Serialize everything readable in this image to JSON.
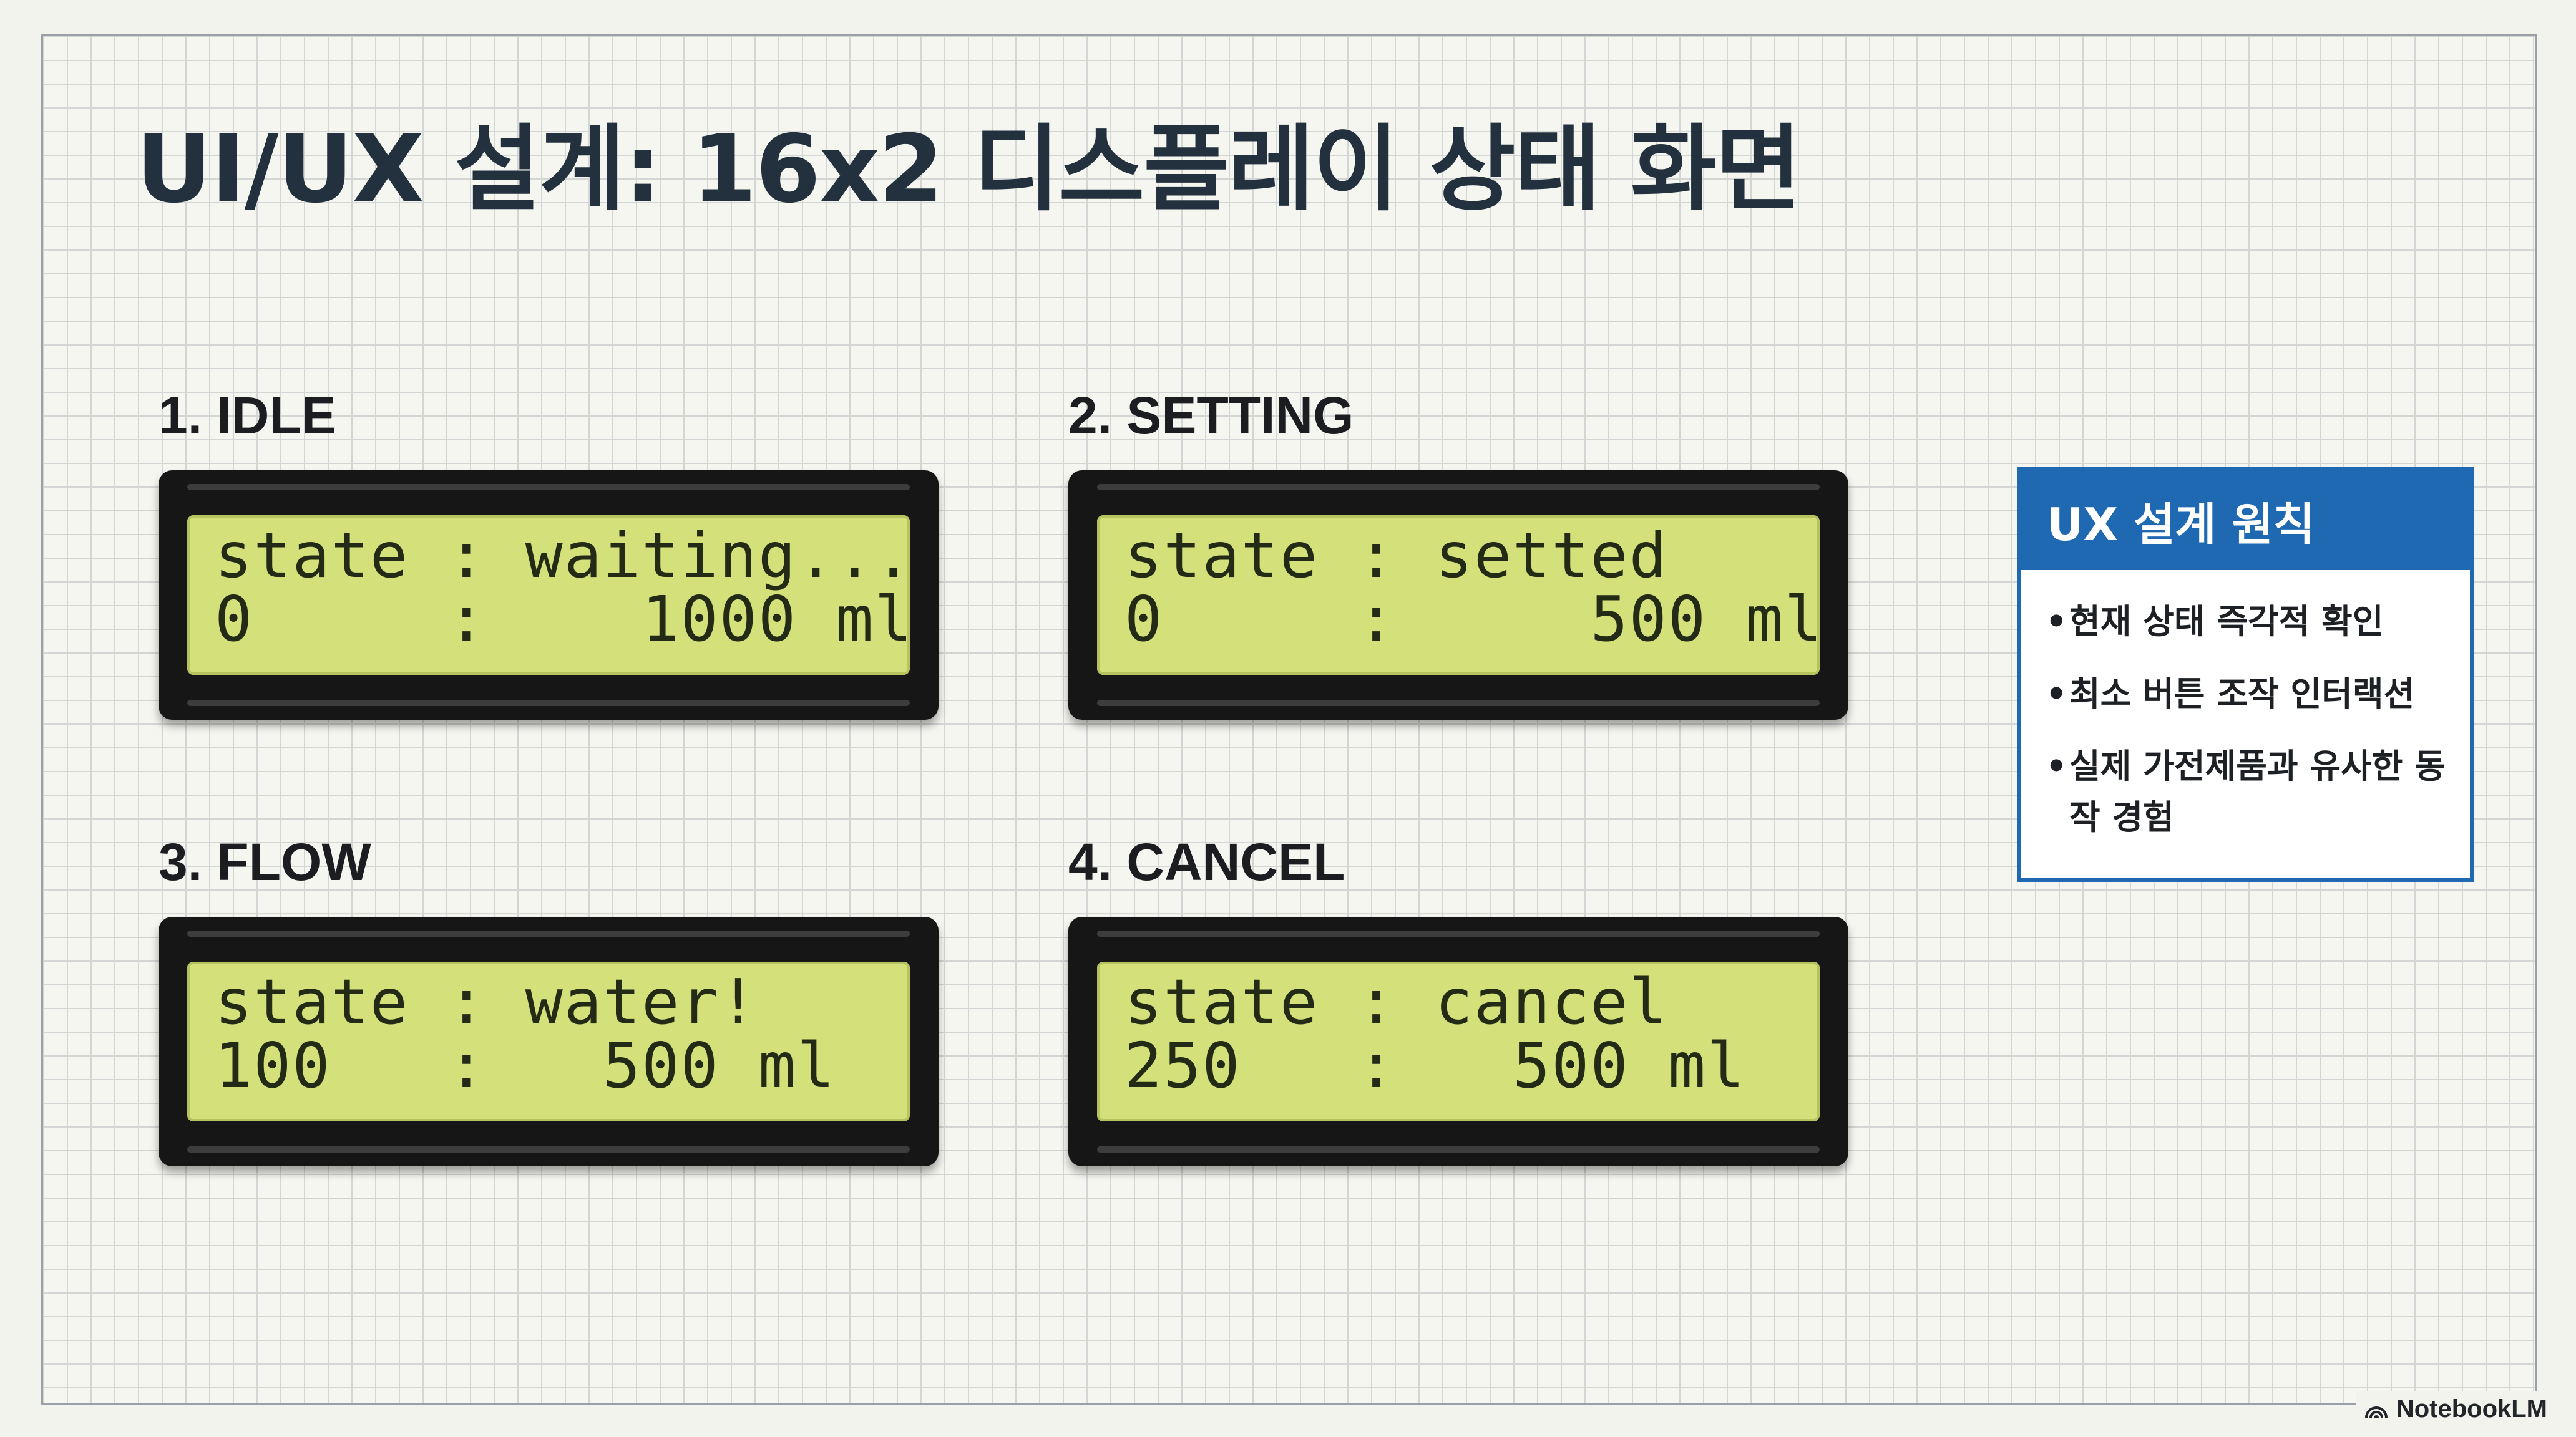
{
  "title": "UI/UX 설계: 16x2 디스플레이 상태 화면",
  "panels": [
    {
      "label": "1. IDLE",
      "line1": "state : waiting...",
      "line2": "0     :    1000 ml"
    },
    {
      "label": "2. SETTING",
      "line1": "state : setted",
      "line2": "0     :     500 ml"
    },
    {
      "label": "3. FLOW",
      "line1": "state : water!",
      "line2": "100   :   500 ml"
    },
    {
      "label": "4. CANCEL",
      "line1": "state : cancel",
      "line2": "250   :   500 ml"
    }
  ],
  "principles": {
    "title": "UX 설계 원칙",
    "items": [
      "현재 상태 즉각적 확인",
      "최소 버튼 조작 인터랙션",
      "실제 가전제품과 유사한 동작 경험"
    ]
  },
  "watermark": "NotebookLM",
  "icons": {
    "watermark_icon": "notebooklm-logo-icon"
  },
  "colors": {
    "lcd_background": "#d4e079",
    "lcd_text": "#232b16",
    "bezel": "#161616",
    "accent_blue": "#1f68b2",
    "title_text": "#23313f"
  }
}
